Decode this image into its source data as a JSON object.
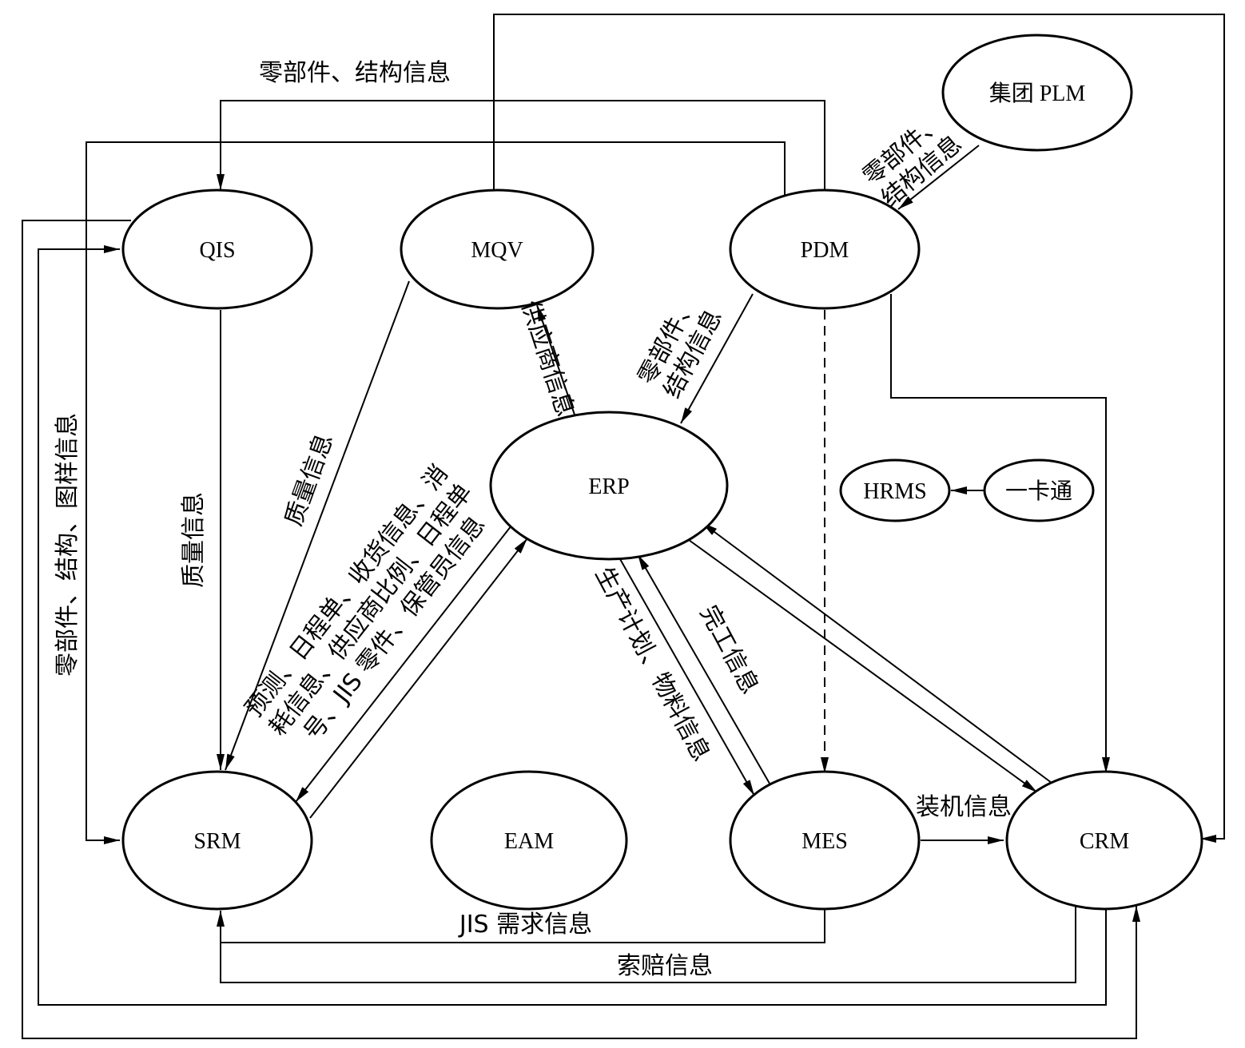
{
  "nodes": {
    "qis": "QIS",
    "mqv": "MQV",
    "pdm": "PDM",
    "plm": "集团 PLM",
    "erp": "ERP",
    "hrms": "HRMS",
    "card": "一卡通",
    "srm": "SRM",
    "eam": "EAM",
    "mes": "MES",
    "crm": "CRM"
  },
  "edges": {
    "pdm_to_qis": "零部件、结构信息",
    "plm_to_pdm_1": "零部件、",
    "plm_to_pdm_2": "结构信息",
    "pdm_to_erp_1": "零部件、",
    "pdm_to_erp_2": "结构信息",
    "erp_to_mqv": "供应商信息",
    "mqv_to_srm": "质量信息",
    "qis_to_srm": "质量信息",
    "crm_to_qis": "零部件、结构、图样信息",
    "erp_srm_1": "预测、日程单、收货信息、消",
    "erp_srm_2": "耗信息、供应商比例、日程单",
    "erp_srm_3": "号、JIS 零件、保管员信息",
    "erp_to_mes": "生产计划、物料信息",
    "mes_to_erp": "完工信息",
    "mes_to_crm": "装机信息",
    "mes_to_srm": "JIS 需求信息",
    "crm_to_srm": "索赔信息"
  },
  "colors": {
    "line": "#000000",
    "background": "#ffffff"
  }
}
